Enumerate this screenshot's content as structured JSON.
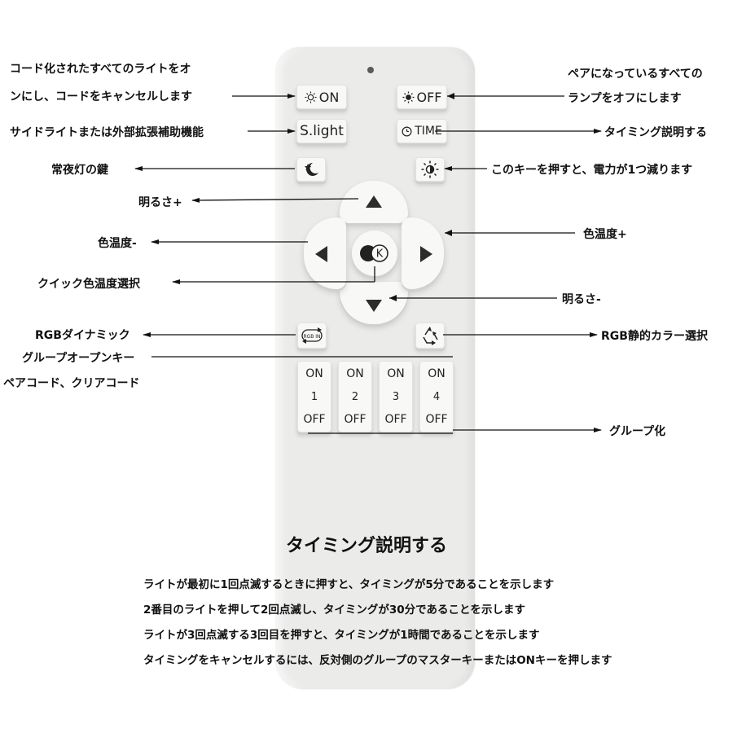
{
  "keys": {
    "on": "ON",
    "off": "OFF",
    "slight": "S.light",
    "time": "TIME",
    "rgb_in": "RGB IN",
    "center": "K",
    "group_on": "ON",
    "group_off": "OFF",
    "groups": [
      "1",
      "2",
      "3",
      "4"
    ]
  },
  "labels": {
    "on_line1": "コード化されたすべてのライトをオ",
    "on_line2": "ンにし、コードをキャンセルします",
    "off_line1": "ペアになっているすべての",
    "off_line2": "ランプをオフにします",
    "slight": "サイドライトまたは外部拡張補助機能",
    "time": "タイミング説明する",
    "night": "常夜灯の鍵",
    "dim": "このキーを押すと、電力が1つ減ります",
    "bright_up": "明るさ+",
    "color_temp_down": "色温度-",
    "color_temp_up": "色温度+",
    "quick_temp": "クイック色温度選択",
    "bright_down": "明るさ-",
    "rgb_dynamic": "RGBダイナミック",
    "rgb_static": "RGB静的カラー選択",
    "group_open": "グループオープンキー",
    "pair_code": "ペアコード、クリアコード",
    "grouping": "グループ化"
  },
  "timing": {
    "title": "タイミング説明する",
    "lines": [
      "ライトが最初に1回点滅するときに押すと、タイミングが5分であることを示します",
      "2番目のライトを押して2回点滅し、タイミングが30分であることを示します",
      "ライトが3回点滅する3回目を押すと、タイミングが1時間であることを示します",
      "タイミングをキャンセルするには、反対側のグループのマスターキーまたはONキーを押します"
    ]
  },
  "colors": {
    "remote_body": "#ebebea",
    "key_face": "#f8f8f7",
    "text": "#111111"
  },
  "icons": [
    "sun-outline-icon",
    "sun-filled-icon",
    "clock-icon",
    "moon-star-icon",
    "dim-sun-icon",
    "rgb-cycle-icon",
    "recycle-arrows-icon"
  ]
}
